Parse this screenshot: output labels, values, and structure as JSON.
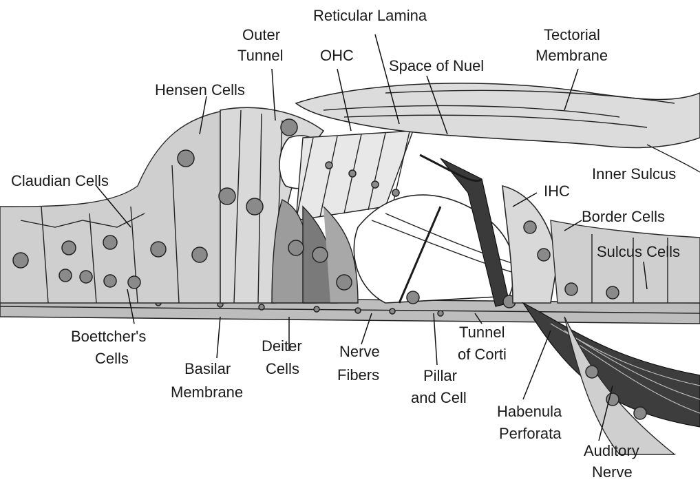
{
  "labels": {
    "reticular_lamina": "Reticular Lamina",
    "outer_tunnel_1": "Outer",
    "outer_tunnel_2": "Tunnel",
    "ohc": "OHC",
    "space_of_nuel": "Space of Nuel",
    "tectorial_1": "Tectorial",
    "tectorial_2": "Membrane",
    "hensen_cells": "Hensen Cells",
    "claudian_cells": "Claudian Cells",
    "inner_sulcus": "Inner Sulcus",
    "ihc": "IHC",
    "border_cells": "Border Cells",
    "sulcus_cells": "Sulcus Cells",
    "boettchers_1": "Boettcher's",
    "boettchers_2": "Cells",
    "basilar_1": "Basilar",
    "basilar_2": "Membrane",
    "deiter_1": "Deiter",
    "deiter_2": "Cells",
    "nerve_fibers_1": "Nerve",
    "nerve_fibers_2": "Fibers",
    "tunnel_corti_1": "Tunnel",
    "tunnel_corti_2": "of Corti",
    "pillar_1": "Pillar",
    "pillar_2": "and Cell",
    "habenula_1": "Habenula",
    "habenula_2": "Perforata",
    "auditory_1": "Auditory",
    "auditory_2": "Nerve"
  }
}
